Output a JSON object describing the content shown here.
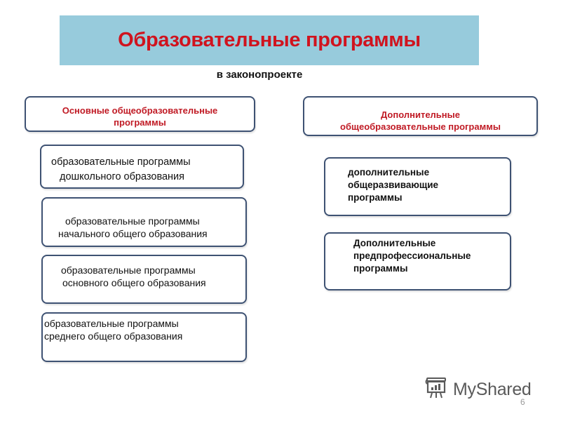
{
  "slide": {
    "title": "Образовательные программы",
    "subtitle": "в законопроекте",
    "colors": {
      "banner_bg": "#97cbdc",
      "title": "#d0131e",
      "header_text": "#c01a24",
      "box_border": "#3e5273"
    }
  },
  "left_column": {
    "header": {
      "line1": "Основные общеобразовательные",
      "line2": "программы"
    },
    "items": [
      {
        "line1": "образовательные программы",
        "line2": "дошкольного образования"
      },
      {
        "line1": "образовательные программы",
        "line2": "начального общего образования"
      },
      {
        "line1": "образовательные программы",
        "line2": "основного общего образования"
      },
      {
        "line1": "образовательные программы",
        "line2": "среднего общего образования"
      }
    ]
  },
  "right_column": {
    "header": {
      "line1": "Дополнительные",
      "line2": "общеобразовательные программы"
    },
    "items": [
      {
        "line1": "дополнительные",
        "line2": "общеразвивающие",
        "line3": "программы"
      },
      {
        "line1": "Дополнительные",
        "line2": "предпрофессиональные",
        "line3": "программы"
      }
    ]
  },
  "footer": {
    "logo_icon": "presentation-board-icon",
    "logo_text": "MyShared",
    "page_number": "6"
  }
}
